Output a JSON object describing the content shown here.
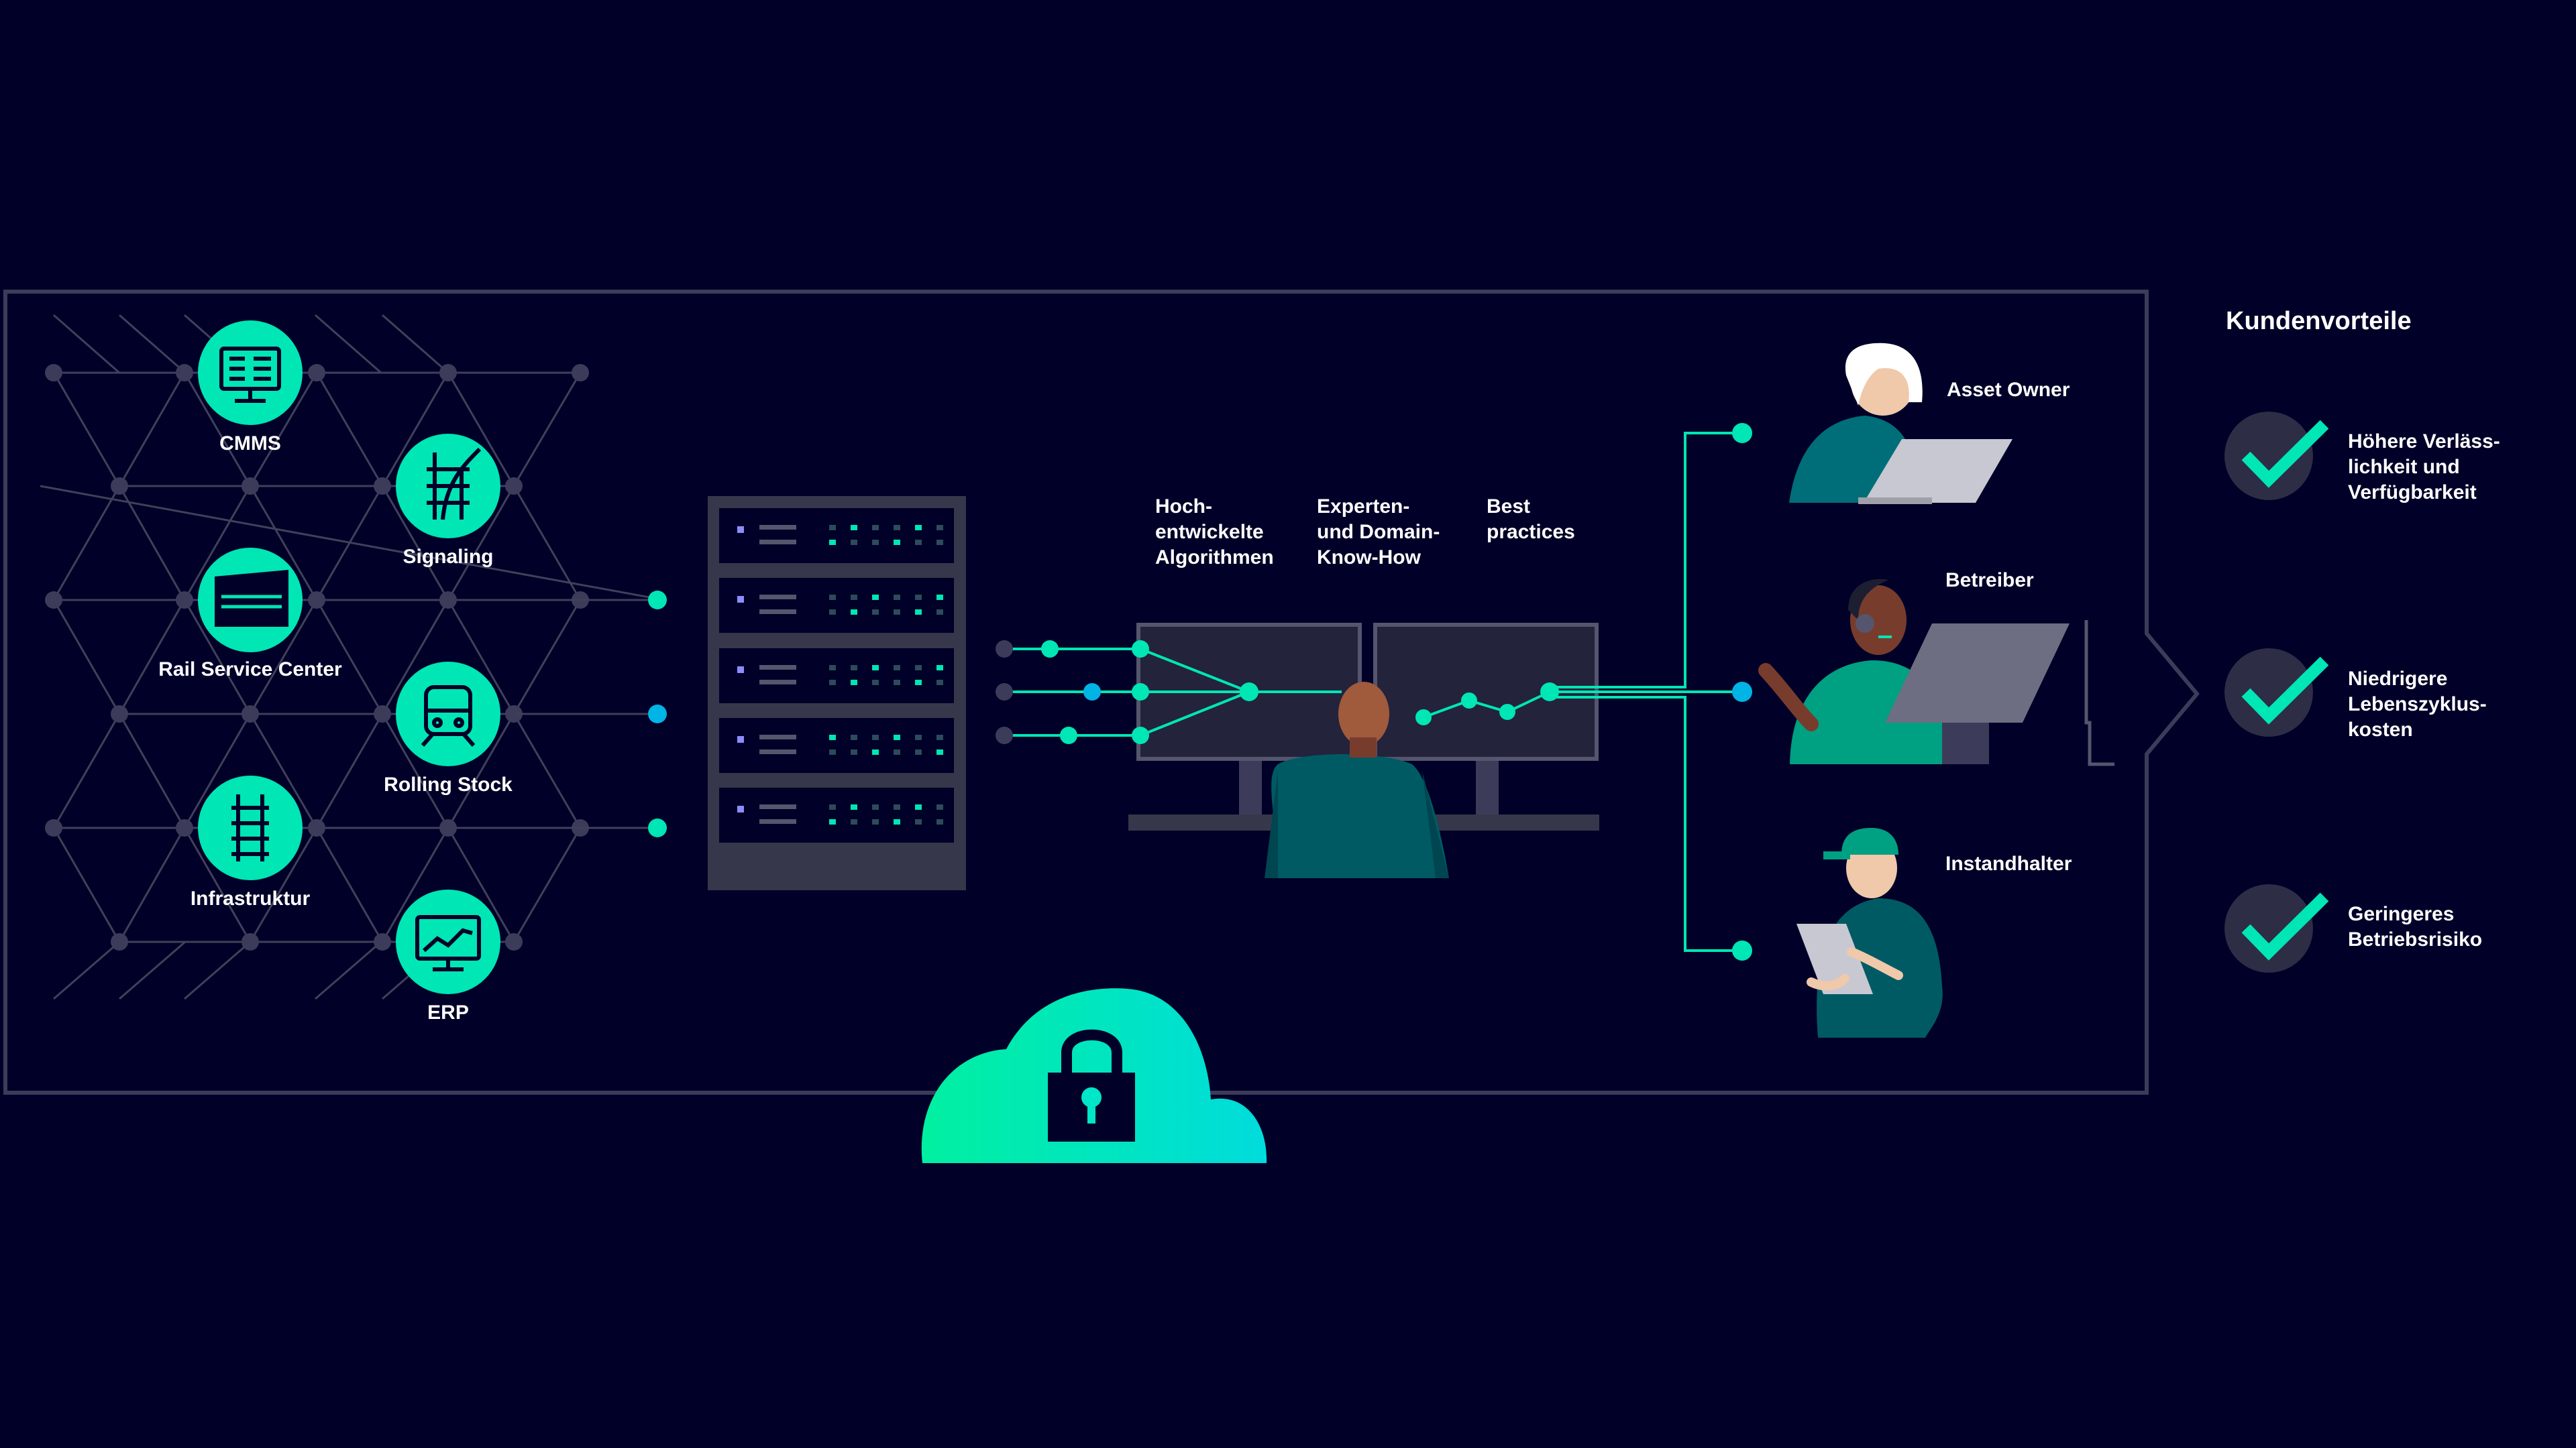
{
  "colors": {
    "background": "#000028",
    "frame": "#3c3c5a",
    "accent": "#00e6b4",
    "accent_blue": "#00b4e6",
    "panel": "#23233c",
    "rack": "#37374b",
    "mesh": "#40405a",
    "checkmark_circle": "#2d2d46"
  },
  "sources": [
    {
      "label": "CMMS",
      "icon": "monitor-icon"
    },
    {
      "label": "Signaling",
      "icon": "rail-switch-icon"
    },
    {
      "label": "Rail Service Center",
      "icon": "service-center-icon"
    },
    {
      "label": "Rolling Stock",
      "icon": "train-icon"
    },
    {
      "label": "Infrastruktur",
      "icon": "track-icon"
    },
    {
      "label": "ERP",
      "icon": "chart-monitor-icon"
    }
  ],
  "analysis": {
    "algorithms": "Hoch-\nentwickelte\nAlgorithmen",
    "expertise": "Experten-\nund Domain-\nKnow-How",
    "best_practices": "Best\npractices"
  },
  "roles": [
    {
      "label": "Asset Owner"
    },
    {
      "label": "Betreiber"
    },
    {
      "label": "Instandhalter"
    }
  ],
  "benefits": {
    "title": "Kundenvorteile",
    "items": [
      {
        "label": "Höhere Verläss-\nlichkeit und\nVerfügbarkeit"
      },
      {
        "label": "Niedrigere\nLebenszyklus-\nkosten"
      },
      {
        "label": "Geringeres\nBetriebsrisiko"
      }
    ]
  },
  "cloud_icon": "padlock-icon"
}
